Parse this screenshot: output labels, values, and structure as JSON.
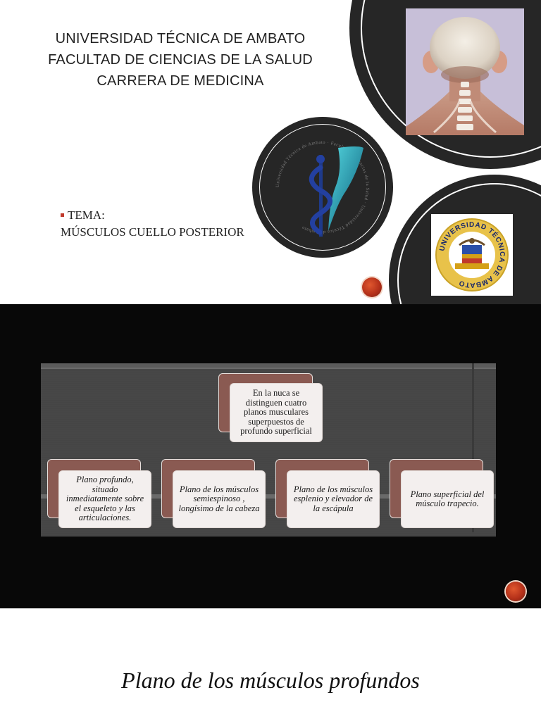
{
  "slide1": {
    "title_lines": [
      "UNIVERSIDAD TÉCNICA DE AMBATO",
      "FACULTAD DE CIENCIAS DE LA SALUD",
      "CARRERA DE MEDICINA"
    ],
    "tema_label": "TEMA:",
    "tema_text": "MÚSCULOS CUELLO POSTERIOR",
    "faculty_logo_ring_text": "Universidad Técnica de Ambato · Facultad de Ciencias de la Salud",
    "university_seal_text": "UNIVERSIDAD TÉCNICA DE AMBATO",
    "bullet_color": "#c0392b",
    "circle_color": "#262626"
  },
  "slide2": {
    "top_box": "En la nuca se distinguen cuatro planos musculares superpuestos de profundo superficial",
    "boxes": [
      "Plano profundo, situado inmediatamente sobre el esqueleto y las articulaciones.",
      "Plano de los músculos semiespinoso , longísimo de la cabeza",
      "Plano de los músculos esplenio y elevador de la escápula",
      "Plano superficial del músculo trapecio."
    ],
    "accent_box_color": "#8a5a52",
    "box_color": "#f3efee"
  },
  "slide3": {
    "title": "Plano de los músculos profundos"
  }
}
